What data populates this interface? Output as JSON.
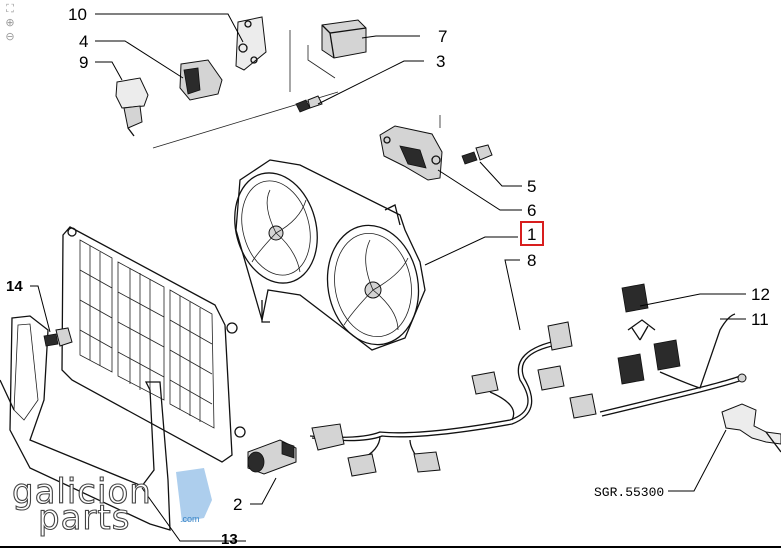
{
  "callouts": {
    "c1": "1",
    "c2": "2",
    "c3": "3",
    "c4": "4",
    "c5": "5",
    "c6": "6",
    "c7": "7",
    "c8": "8",
    "c9": "9",
    "c10": "10",
    "c11": "11",
    "c12": "12",
    "c13": "13",
    "c14": "14"
  },
  "highlighted_callout": "1",
  "highlight_color": "#d81e1e",
  "reference": "SGR.55300",
  "watermark": {
    "brand": "galicionparts",
    "domain": ".com",
    "brand_color": "#3a86c8"
  },
  "zoom_controls": {
    "fit_icon": "fit-screen-icon",
    "zoom_in_icon": "zoom-in-icon",
    "zoom_out_icon": "zoom-out-icon",
    "fit_glyph": "⛶",
    "zoom_in_glyph": "⊕",
    "zoom_out_glyph": "⊖"
  }
}
